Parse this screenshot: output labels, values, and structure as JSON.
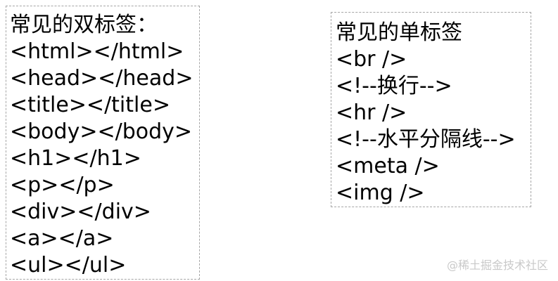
{
  "double_tags": {
    "heading": "常见的双标签：",
    "items": [
      "<html></html>",
      "<head></head>",
      "<title></title>",
      "<body></body>",
      "<h1></h1>",
      "<p></p>",
      "<div></div>",
      "<a></a>",
      "<ul></ul>"
    ]
  },
  "single_tags": {
    "heading": "常见的单标签",
    "items": [
      "<br />",
      "<!--换行-->",
      "<hr />",
      "<!--水平分隔线-->",
      "<meta />",
      "<img />"
    ]
  },
  "watermark": "@稀土掘金技术社区"
}
